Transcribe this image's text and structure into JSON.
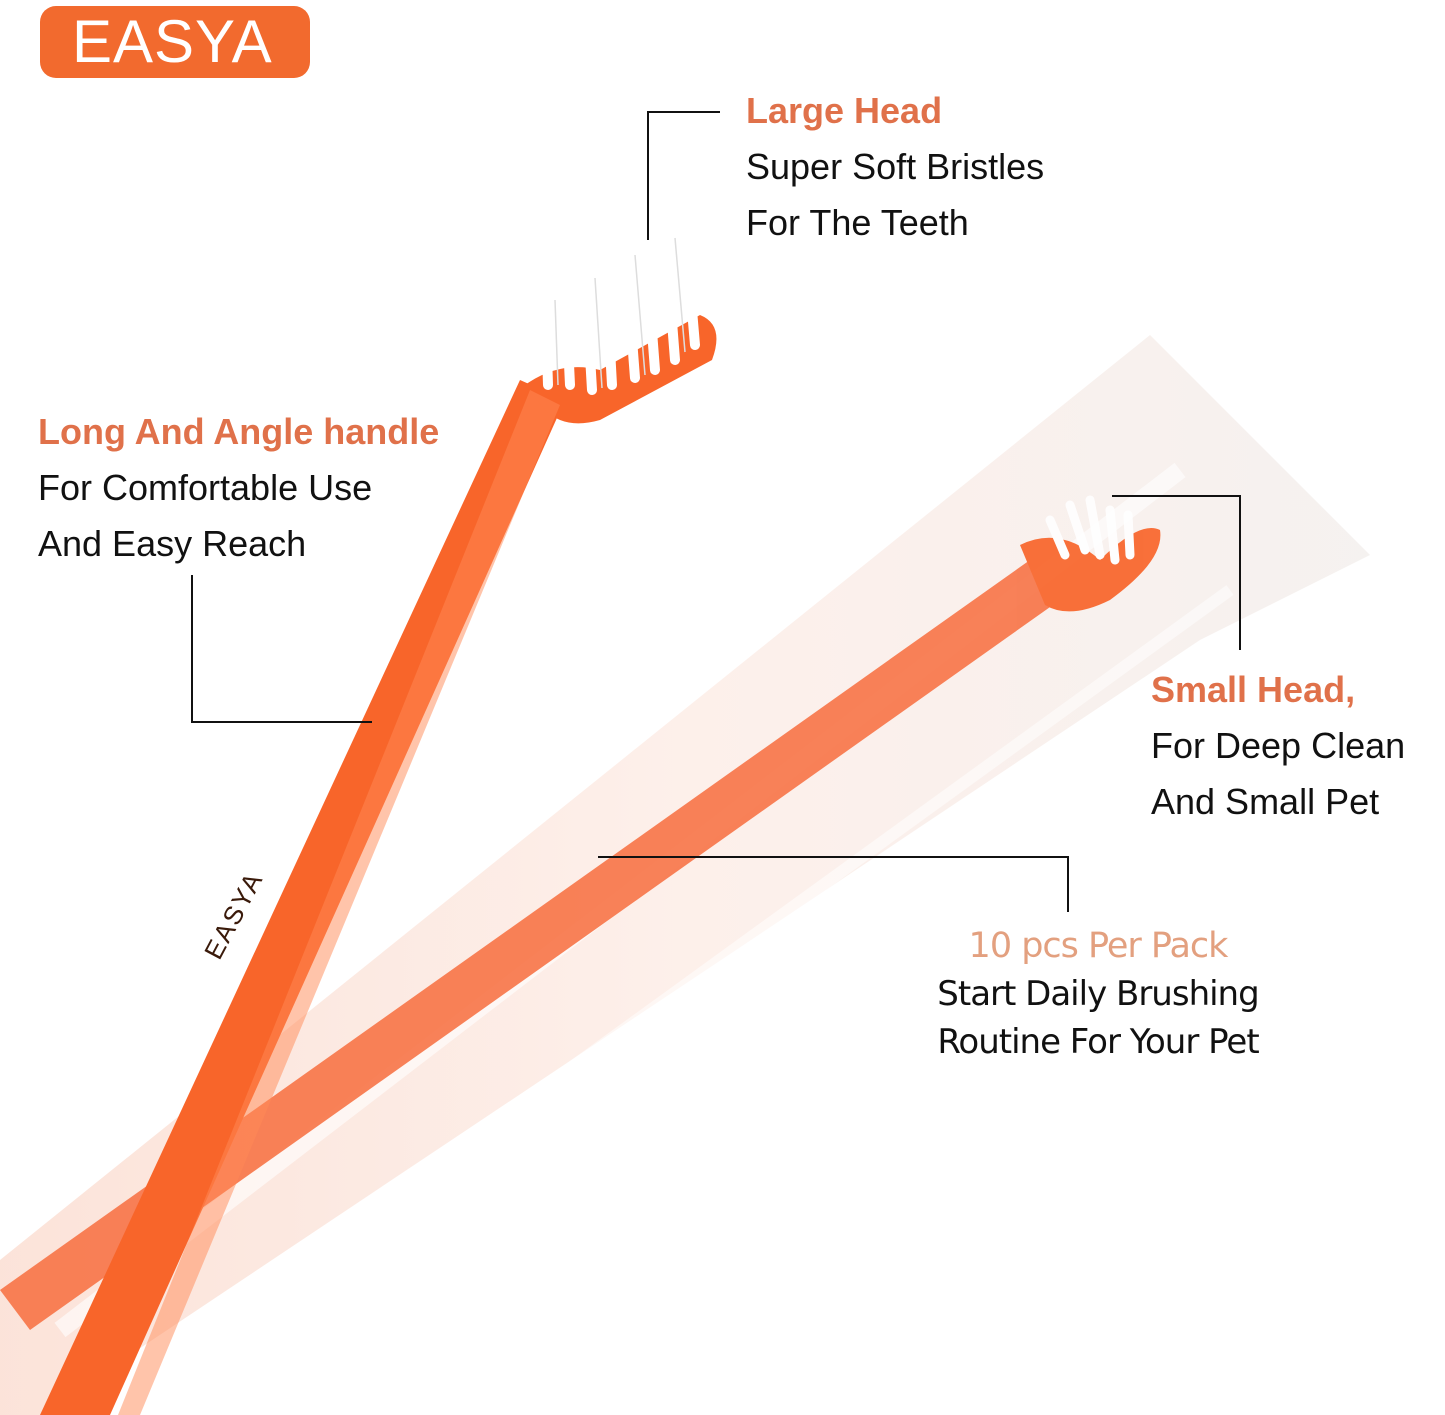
{
  "brand": {
    "logo_text": "EASYA",
    "logo_color": "#f26a2e",
    "handle_imprint": "EASYA"
  },
  "callouts": {
    "large_head": {
      "title": "Large Head",
      "lines": [
        "Super Soft Bristles",
        "For The Teeth"
      ]
    },
    "handle": {
      "title": "Long And Angle handle",
      "lines": [
        "For Comfortable Use",
        "And Easy Reach"
      ]
    },
    "small_head": {
      "title": "Small Head,",
      "lines": [
        "For Deep Clean",
        "And Small Pet"
      ]
    },
    "pack": {
      "title": "10 pcs Per Pack",
      "lines": [
        "Start Daily Brushing",
        "Routine For Your Pet"
      ]
    }
  },
  "colors": {
    "accent_title": "#e0714a",
    "pack_title": "#e3a07f",
    "toothbrush_orange": "#f8652a",
    "body_text": "#111111"
  }
}
